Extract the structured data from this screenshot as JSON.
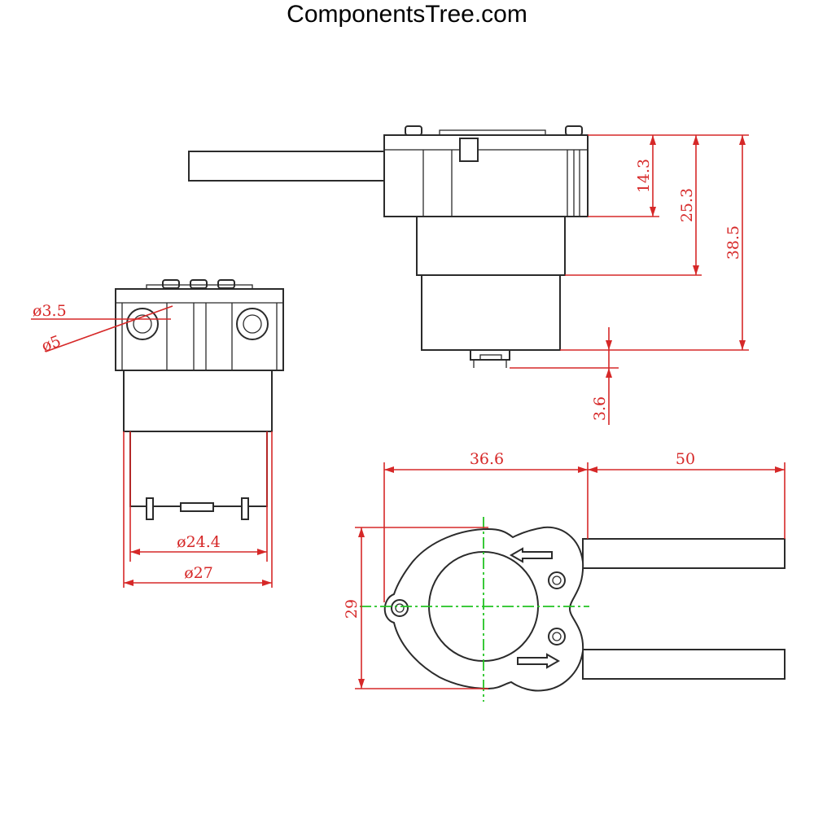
{
  "site": {
    "title": "ComponentsTree.com"
  },
  "dimensions": {
    "side_height_1": "14.3",
    "side_height_2": "25.3",
    "side_height_3": "38.5",
    "terminal_height": "3.6",
    "hole_inner": "ø3.5",
    "hole_outer": "ø5",
    "body_diameter_small": "ø24.4",
    "body_diameter_large": "ø27",
    "top_width": "36.6",
    "tube_length": "50",
    "top_height": "29"
  },
  "colors": {
    "line": "#2b2b2b",
    "dimension": "#d62828",
    "centerline": "#22c322"
  }
}
